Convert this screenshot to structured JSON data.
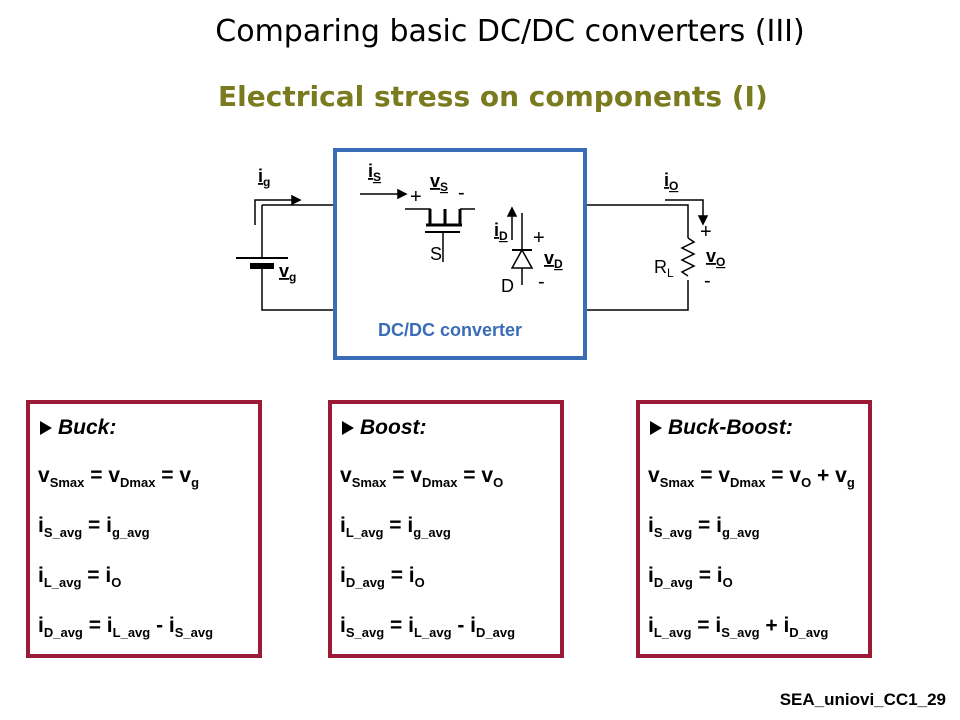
{
  "title": "Comparing basic DC/DC converters (III)",
  "subtitle": "Electrical stress on components (I)",
  "circuit": {
    "converter_label": "DC/DC converter",
    "ig": "i",
    "ig_sub": "g",
    "vg": "v",
    "vg_sub": "g",
    "is": "i",
    "is_sub": "S",
    "vs": "v",
    "vs_sub": "S",
    "s_label": "S",
    "id": "i",
    "id_sub": "D",
    "vd": "v",
    "vd_sub": "D",
    "d_label": "D",
    "io": "i",
    "io_sub": "O",
    "vo": "v",
    "vo_sub": "O",
    "rl": "R",
    "rl_sub": "L",
    "plus": "+",
    "minus": "-"
  },
  "boxes": [
    {
      "head": "Buck:",
      "eqs": [
        [
          [
            "v",
            "Smax"
          ],
          [
            " = v",
            "Dmax"
          ],
          [
            " = v",
            "g"
          ]
        ],
        [
          [
            "i",
            "S_avg"
          ],
          [
            " = i",
            "g_avg"
          ]
        ],
        [
          [
            "i",
            "L_avg"
          ],
          [
            " = i",
            "O"
          ]
        ],
        [
          [
            "i",
            "D_avg"
          ],
          [
            " = i",
            "L_avg"
          ],
          [
            " - i",
            "S_avg"
          ]
        ]
      ]
    },
    {
      "head": "Boost:",
      "eqs": [
        [
          [
            "v",
            "Smax"
          ],
          [
            " = v",
            "Dmax"
          ],
          [
            " = v",
            "O"
          ]
        ],
        [
          [
            "i",
            "L_avg"
          ],
          [
            " = i",
            "g_avg"
          ]
        ],
        [
          [
            "i",
            "D_avg"
          ],
          [
            " = i",
            "O"
          ]
        ],
        [
          [
            "i",
            "S_avg"
          ],
          [
            " = i",
            "L_avg"
          ],
          [
            " - i",
            "D_avg"
          ]
        ]
      ]
    },
    {
      "head": "Buck-Boost:",
      "eqs": [
        [
          [
            "v",
            "Smax"
          ],
          [
            " = v",
            "Dmax"
          ],
          [
            " = v",
            "O"
          ],
          [
            " + v",
            "g"
          ]
        ],
        [
          [
            "i",
            "S_avg"
          ],
          [
            " = i",
            "g_avg"
          ]
        ],
        [
          [
            "i",
            "D_avg"
          ],
          [
            " = i",
            "O"
          ]
        ],
        [
          [
            "i",
            "L_avg"
          ],
          [
            " = i",
            "S_avg"
          ],
          [
            " + i",
            "D_avg"
          ]
        ]
      ]
    }
  ],
  "footer": "SEA_uniovi_CC1_29",
  "colors": {
    "box_border": "#9b1b36",
    "converter_border": "#3a6db5",
    "subtitle": "#7a7a1e"
  }
}
